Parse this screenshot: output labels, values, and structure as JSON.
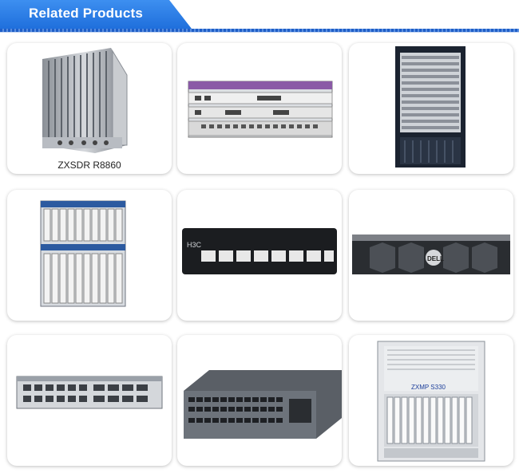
{
  "header": {
    "title": "Related Products"
  },
  "products": [
    {
      "caption": "ZXSDR R8860",
      "icon": "rru-radio-unit"
    },
    {
      "caption": "",
      "icon": "router-chassis"
    },
    {
      "caption": "",
      "icon": "rack-server-cabinet"
    },
    {
      "caption": "",
      "icon": "olt-chassis"
    },
    {
      "caption": "",
      "icon": "8-port-switch",
      "brand": "H3C"
    },
    {
      "caption": "",
      "icon": "rack-server",
      "brand": "DELL"
    },
    {
      "caption": "",
      "icon": "sfp-switch"
    },
    {
      "caption": "",
      "icon": "48-port-switch"
    },
    {
      "caption": "",
      "icon": "transmission-cabinet",
      "label": "ZXMP S330"
    }
  ]
}
